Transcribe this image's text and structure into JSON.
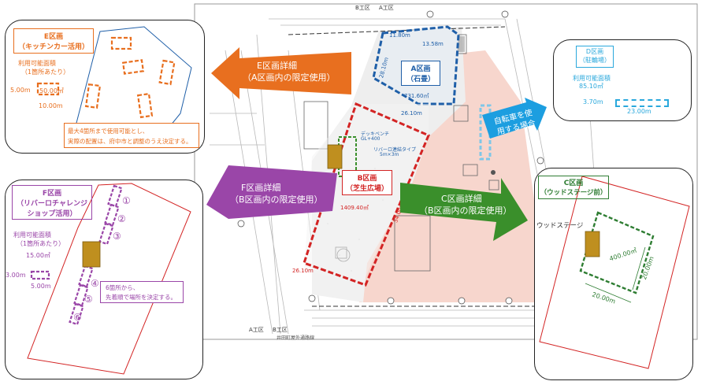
{
  "map": {
    "top_label_1": "B工区",
    "top_label_2": "A工区",
    "bottom_label_1": "A工区",
    "bottom_label_2": "B工区",
    "area_a": {
      "name": "A区画",
      "sub": "（石畳）",
      "area": "731.60㎡",
      "w": "26.10m",
      "h": "28.10m",
      "top": "11.80m",
      "top2": "13.58m"
    },
    "area_b": {
      "name": "B区画",
      "sub": "（芝生広場）",
      "area": "1409.40㎡",
      "w": "26.10m",
      "h": "54.00m",
      "note1": "デッキベンチ",
      "note2": "GL+400",
      "note3": "リバーロ連結タイプ",
      "note4": "5m×3m"
    },
    "bottom_street": "井田町屋外通路線"
  },
  "arrows": {
    "e": {
      "line1": "E区画詳細",
      "line2": "（A区画内の限定使用）",
      "color": "#e86f1f"
    },
    "f": {
      "line1": "F区画詳細",
      "line2": "（B区画内の限定使用）",
      "color": "#9a46a8"
    },
    "c": {
      "line1": "C区画詳細",
      "line2": "（B区画内の限定使用）",
      "color": "#3a8f2b"
    },
    "d": {
      "line1": "自転車を使",
      "line2": "用する場合",
      "color": "#1c9ee0"
    }
  },
  "panel_e": {
    "title_1": "E区画",
    "title_2": "（キッチンカー活用）",
    "usable_label": "利用可能面積",
    "usable_sub": "（1箇所あたり）",
    "area": "50.00㎡",
    "h": "5.00m",
    "w": "10.00m",
    "note_1": "最大4箇所まで使用可能とし、",
    "note_2": "実際の配置は、府中市と調整のうえ決定する。",
    "color": "#e86f1f"
  },
  "panel_d": {
    "title_1": "D区画",
    "title_2": "（駐輪場）",
    "usable_label": "利用可能面積",
    "area": "85.10㎡",
    "h": "3.70m",
    "w": "23.00m",
    "color": "#2aa8dc"
  },
  "panel_f": {
    "title_1": "F区画",
    "title_2": "（リバーロチャレンジ",
    "title_3": "ショップ活用）",
    "usable_label": "利用可能面積",
    "usable_sub": "（1箇所あたり）",
    "area": "15.00㎡",
    "h": "3.00m",
    "w": "5.00m",
    "n1": "①",
    "n2": "②",
    "n3": "③",
    "n4": "④",
    "n5": "⑤",
    "n6": "⑥",
    "note_1": "6箇所から、",
    "note_2": "先着順で場所を決定する。",
    "color": "#9a46a8"
  },
  "panel_c": {
    "title_1": "C区画",
    "title_2": "（ウッドステージ前）",
    "stage_label": "ウッドステージ",
    "area": "400.00㎡",
    "h": "20.00m",
    "w": "20.00m",
    "color": "#2e7d32"
  }
}
